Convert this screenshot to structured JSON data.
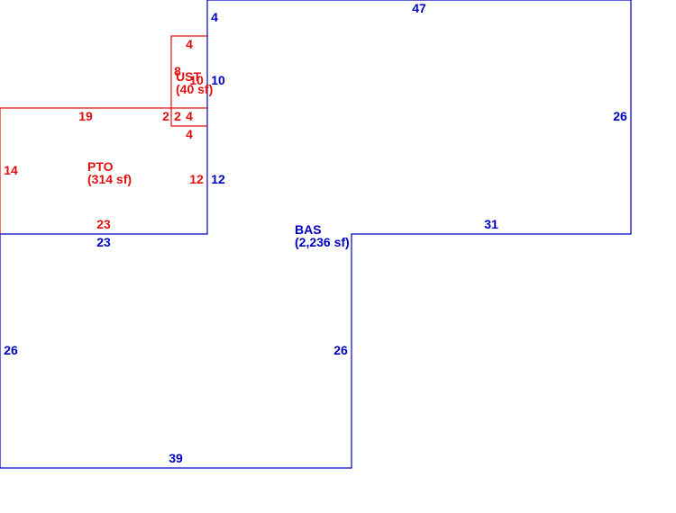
{
  "colors": {
    "bas": "#0000c0",
    "pto": "#e01010",
    "ust": "#e01010"
  },
  "areas": {
    "bas": {
      "name": "BAS",
      "area": "(2,236 sf)"
    },
    "pto": {
      "name": "PTO",
      "area": "(314 sf)"
    },
    "ust": {
      "name": "UST",
      "area": "(40 sf)"
    }
  },
  "dims": {
    "bas_top": "47",
    "bas_right": "26",
    "bas_step_h": "31",
    "bas_step_v": "26",
    "bas_bottom": "39",
    "bas_left": "26",
    "bas_upper_left": "23",
    "bas_seg_4": "4",
    "bas_seg_10": "10",
    "bas_seg_12": "12",
    "pto_top": "19",
    "pto_left": "14",
    "pto_bottom": "23",
    "pto_right": "12",
    "pto_notch_a": "2",
    "pto_notch_b": "2",
    "ust_top": "4",
    "ust_bottom": "4",
    "ust_left": "8",
    "ust_right": "10",
    "ust_bottom_b": "4"
  }
}
